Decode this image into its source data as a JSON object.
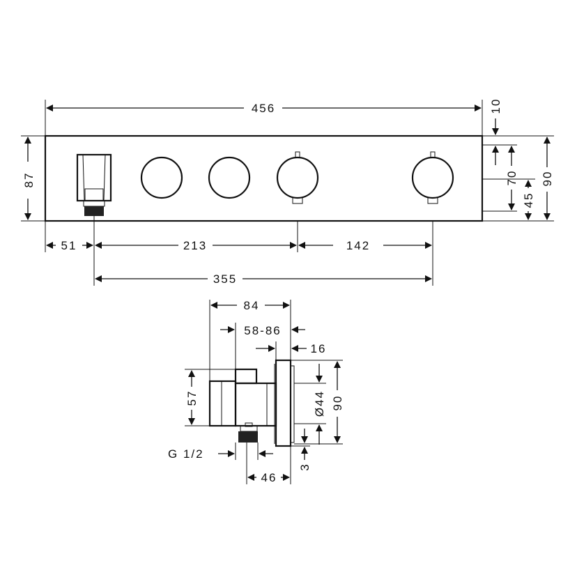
{
  "drawing": {
    "front_view": {
      "overall_width": "456",
      "overall_height": "87",
      "offset_left": "51",
      "spacing_middle": "213",
      "spacing_right": "142",
      "span_total": "355",
      "top_offset": "10",
      "control_height": "70",
      "control_center": "45",
      "panel_height": "90"
    },
    "side_view": {
      "depth_total": "84",
      "install_depth": "58-86",
      "plate_thickness": "16",
      "body_height": "57",
      "knob_diameter": "Ø44",
      "plate_height": "90",
      "thread": "G 1/2",
      "outlet_offset": "46",
      "bottom_offset": "3"
    }
  }
}
